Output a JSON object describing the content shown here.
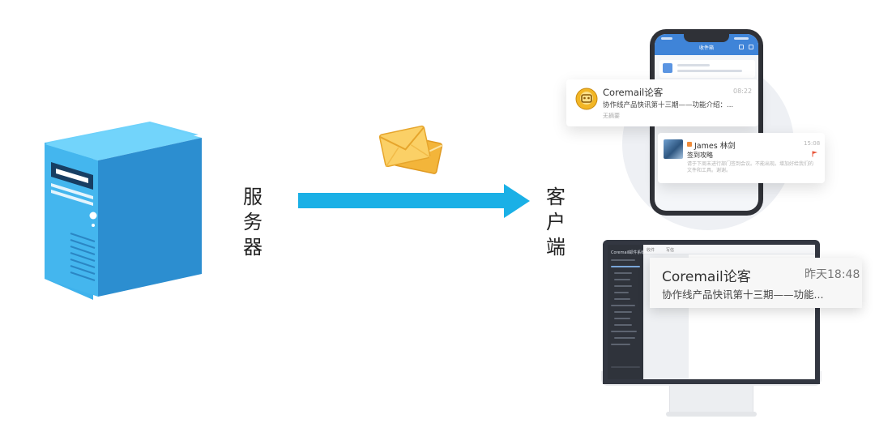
{
  "labels": {
    "server": [
      "服",
      "务",
      "器"
    ],
    "client": [
      "客",
      "户",
      "端"
    ]
  },
  "phone": {
    "header_title": "收件箱",
    "notification1": {
      "sender": "Coremail论客",
      "time": "08:22",
      "subject": "协作线产品快讯第十三期——功能介绍：...",
      "summary": "无摘要"
    },
    "notification2": {
      "sender": "James 林剑",
      "time": "15:08",
      "subject": "签到攻略",
      "preview": "请于下周末进行部门签到会议。不能出现。增加好给我们的文件和工具。谢谢。"
    }
  },
  "desktop": {
    "logo_text": "Coremail邮件系统",
    "tab1": "收件",
    "tab2": "写信",
    "notification": {
      "sender": "Coremail论客",
      "time": "昨天18:48",
      "subject": "协作线产品快讯第十三期——功能..."
    }
  },
  "colors": {
    "arrow": "#1ab0e6",
    "server_front": "#3fb2ec",
    "server_side": "#2a8fd0",
    "server_top": "#6fd2fb",
    "envelope": "#f6c24a",
    "phone_header": "#3f84d8",
    "monitor_frame": "#333741"
  },
  "icons": [
    "server-icon",
    "envelope-icon",
    "arrow-right-icon",
    "smartphone-icon",
    "desktop-monitor-icon",
    "coremail-logo-icon",
    "flag-icon"
  ]
}
